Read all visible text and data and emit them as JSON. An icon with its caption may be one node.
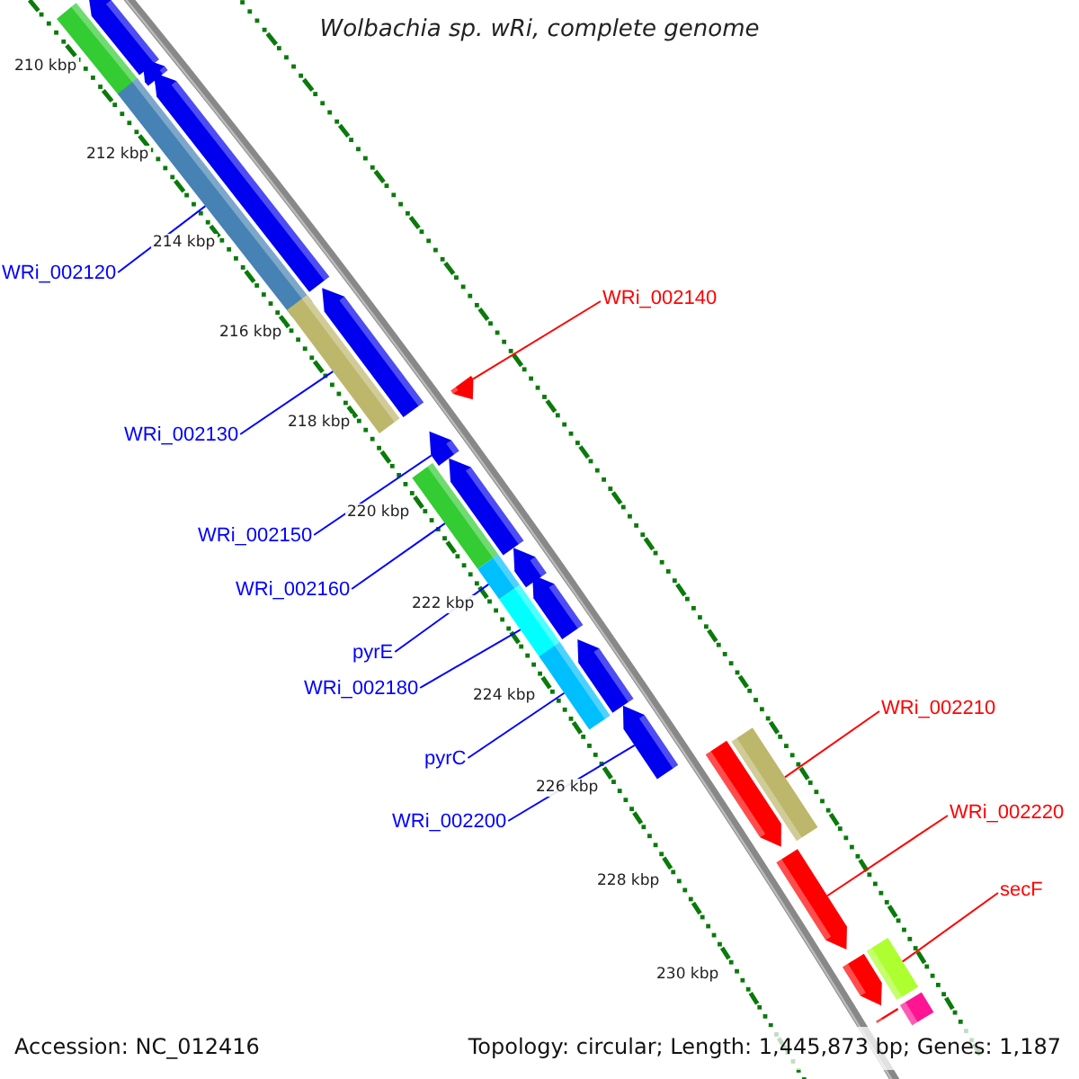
{
  "diagram": {
    "title": "Wolbachia sp. wRi, complete genome",
    "nodes": [
      {
        "text": [
          "WRi_002120"
        ]
      },
      {
        "text": [
          "WRi_002140"
        ]
      },
      {
        "text": [
          "WRi_002130"
        ]
      },
      {
        "text": [
          "WRi_002150"
        ]
      },
      {
        "text": [
          "WRi_002160"
        ]
      },
      {
        "text": [
          "pyrE"
        ]
      },
      {
        "text": [
          "WRi_002180"
        ]
      },
      {
        "text": [
          "WRi_002210"
        ]
      },
      {
        "text": [
          "pyrC"
        ]
      },
      {
        "text": [
          "WRi_002220"
        ]
      },
      {
        "text": [
          "WRi_002200"
        ]
      },
      {
        "text": [
          "secF"
        ]
      },
      {
        "text": [],
        "shape": "arrow"
      },
      {
        "text": [],
        "shape": "bar"
      },
      {
        "text": [],
        "shape": "arrow"
      },
      {
        "text": [],
        "shape": "arrow"
      },
      {
        "text": [],
        "shape": "bar"
      },
      {
        "text": [],
        "shape": "arrow"
      },
      {
        "text": [],
        "shape": "bar"
      },
      {
        "text": [],
        "shape": "arrow"
      },
      {
        "text": [],
        "shape": "arrow"
      },
      {
        "text": [],
        "shape": "arrow"
      },
      {
        "text": [],
        "shape": "bar"
      },
      {
        "text": [],
        "shape": "arrow"
      },
      {
        "text": [],
        "shape": "bar"
      },
      {
        "text": [],
        "shape": "arrow"
      },
      {
        "text": [],
        "shape": "bar"
      },
      {
        "text": [],
        "shape": "arrow"
      },
      {
        "text": [],
        "shape": "bar"
      },
      {
        "text": [],
        "shape": "arrow"
      },
      {
        "text": [],
        "shape": "bar"
      },
      {
        "text": [],
        "shape": "arrow"
      },
      {
        "text": [],
        "shape": "arrow"
      },
      {
        "text": [],
        "shape": "bar"
      },
      {
        "text": [],
        "shape": "arrow"
      },
      {
        "text": [],
        "shape": "bar"
      },
      {
        "text": [],
        "shape": "bar"
      }
    ],
    "edges": [
      {
        "from": 0,
        "to": 16,
        "arrow": "none"
      },
      {
        "from": 1,
        "to": 19,
        "arrow": "none",
        "color": "#ff0000"
      },
      {
        "from": 2,
        "to": 18,
        "arrow": "none"
      },
      {
        "from": 3,
        "to": 20,
        "arrow": "none"
      },
      {
        "from": 4,
        "to": 22,
        "arrow": "none"
      },
      {
        "from": 5,
        "to": 24,
        "arrow": "none"
      },
      {
        "from": 6,
        "to": 26,
        "arrow": "none"
      },
      {
        "from": 7,
        "to": 30,
        "arrow": "none",
        "color": "#ff0000"
      },
      {
        "from": 8,
        "to": 28,
        "arrow": "none"
      },
      {
        "from": 9,
        "to": 32,
        "arrow": "none",
        "color": "#ff0000"
      },
      {
        "from": 10,
        "to": 29,
        "arrow": "none"
      },
      {
        "from": 11,
        "to": 33,
        "arrow": "none",
        "color": "#ff0000"
      }
    ],
    "labels": [
      "210 kbp",
      "212 kbp",
      "214 kbp",
      "216 kbp",
      "218 kbp",
      "220 kbp",
      "222 kbp",
      "224 kbp",
      "226 kbp",
      "228 kbp",
      "230 kbp",
      "Accession: NC_012416",
      "Topology: circular; Length: 1,445,873 bp; Genes: 1,187"
    ]
  }
}
